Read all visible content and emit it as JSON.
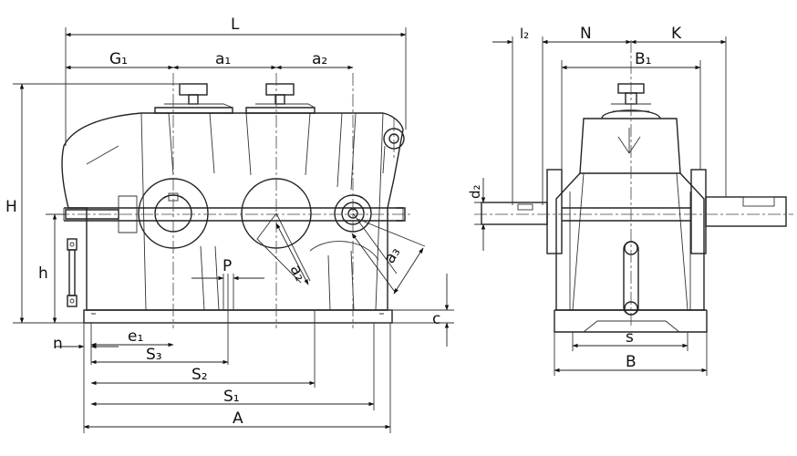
{
  "front_view": {
    "dimensions": {
      "L": "L",
      "G1": "G₁",
      "a1": "a₁",
      "a2_top": "a₂",
      "H": "H",
      "h": "h",
      "P": "P",
      "a2_diag": "a₂",
      "a3": "a₃",
      "c": "c",
      "n": "n",
      "e1": "e₁",
      "S3": "S₃",
      "S2": "S₂",
      "S1": "S₁",
      "A": "A"
    }
  },
  "side_view": {
    "dimensions": {
      "l2": "l₂",
      "N": "N",
      "K": "K",
      "B1": "B₁",
      "d2": "d₂",
      "s": "s",
      "B": "B"
    }
  },
  "colors": {
    "line": "#222222",
    "background": "#ffffff"
  }
}
